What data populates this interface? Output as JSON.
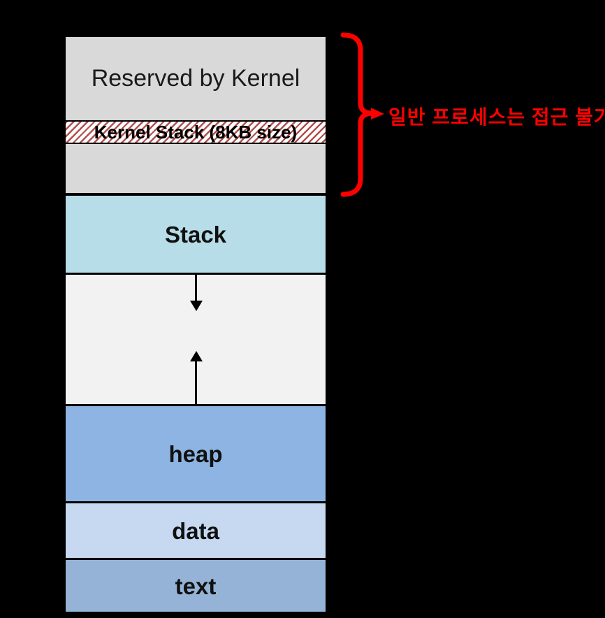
{
  "memory_map": {
    "reserved": {
      "label": "Reserved by Kernel",
      "fill": "#D9D9D9"
    },
    "kernel_stack": {
      "label": "Kernel Stack (8KB size)",
      "stripe_color": "#B0504D",
      "background": "#FFFFFF"
    },
    "stack": {
      "label": "Stack",
      "fill": "#B7DEE8"
    },
    "free_gap": {
      "fill": "#F2F2F2"
    },
    "heap": {
      "label": "heap",
      "fill": "#8DB4E2"
    },
    "data": {
      "label": "data",
      "fill": "#C6D9F1"
    },
    "text": {
      "label": "text",
      "fill": "#95B3D7"
    }
  },
  "annotation": {
    "label": "일반 프로세스는 접근 불가",
    "color": "#FF0000"
  },
  "page": {
    "background": "#000000"
  }
}
